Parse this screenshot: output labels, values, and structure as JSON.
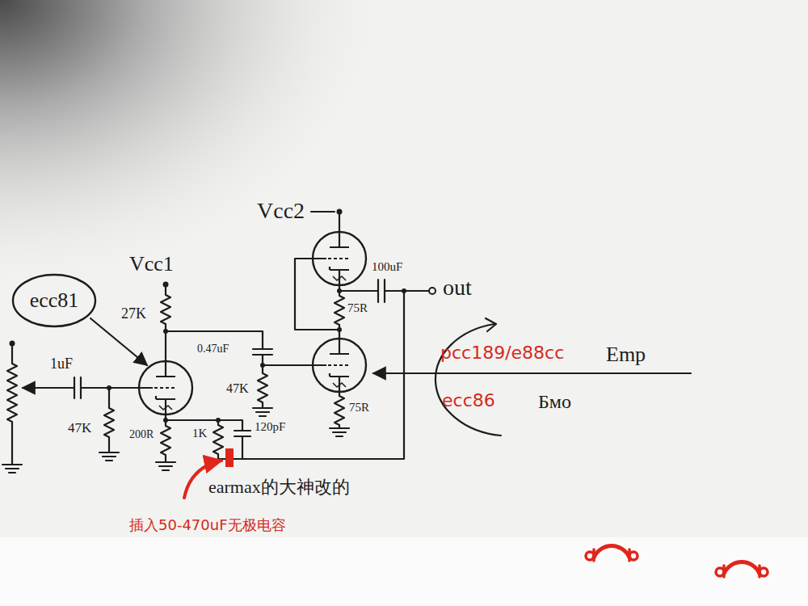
{
  "diagram": {
    "nodes": [
      {
        "text": [
          "ecc81"
        ]
      }
    ],
    "labels": [
      "Vcc2",
      "100uF",
      "out",
      "Vcc1",
      "27K",
      "75R",
      "0.47uF",
      "pcc189/e88cc",
      "Emp",
      "1uF",
      "47K",
      "ecc86",
      "Бмо",
      "75R",
      "47K",
      "200R",
      "1K",
      "120pF",
      "earmax的大神改的",
      "插入50-470uF无极电容"
    ]
  }
}
